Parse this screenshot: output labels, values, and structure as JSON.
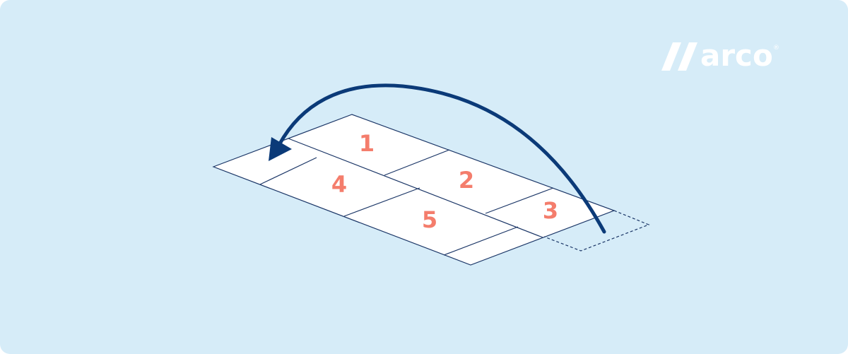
{
  "diagram": {
    "cells": [
      {
        "number": "1"
      },
      {
        "number": "2"
      },
      {
        "number": "3"
      },
      {
        "number": "4"
      },
      {
        "number": "5"
      }
    ]
  },
  "logo": {
    "text": "arco",
    "registered": "®"
  },
  "colors": {
    "background": "#d6ecf8",
    "grid_fill": "#ffffff",
    "grid_stroke": "#1a3566",
    "arrow": "#0b3a78",
    "numbers": "#f47d6c",
    "logo": "#ffffff"
  }
}
